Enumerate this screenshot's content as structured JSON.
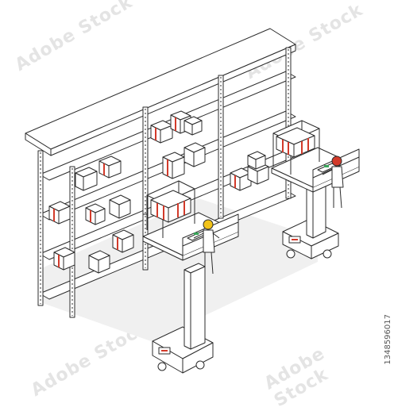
{
  "stock": {
    "id": "1348596017"
  },
  "watermark": {
    "text": "Adobe Stock"
  },
  "palette": {
    "line": "#2b2b2b",
    "box_band": "#d23a2a",
    "screen_green": "#3aa55a",
    "helmet_yellow": "#f2c318",
    "helmet_red": "#d23a2a",
    "shadow": "#eeeeee"
  },
  "scene": {
    "subject": "warehouse shelving with two order-picker lifts",
    "workers": [
      {
        "helmet": "yellow"
      },
      {
        "helmet": "red"
      }
    ]
  }
}
